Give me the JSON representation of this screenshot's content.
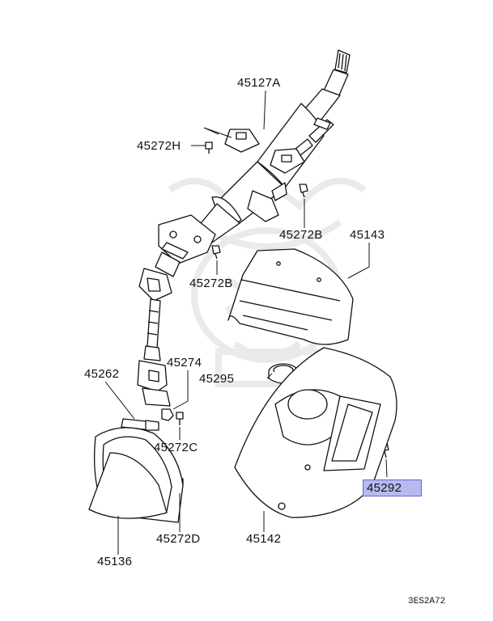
{
  "diagram": {
    "callouts": [
      {
        "id": "c1",
        "text": "45127A"
      },
      {
        "id": "c2",
        "text": "45272H"
      },
      {
        "id": "c3",
        "text": "45272B"
      },
      {
        "id": "c4",
        "text": "45143"
      },
      {
        "id": "c5",
        "text": "45272B"
      },
      {
        "id": "c6",
        "text": "45274"
      },
      {
        "id": "c7",
        "text": "45262"
      },
      {
        "id": "c8",
        "text": "45295"
      },
      {
        "id": "c9",
        "text": "45272C"
      },
      {
        "id": "c10",
        "text": "45292",
        "highlighted": true
      },
      {
        "id": "c11",
        "text": "45272D"
      },
      {
        "id": "c12",
        "text": "45142"
      },
      {
        "id": "c13",
        "text": "45136"
      }
    ],
    "diagram_code": "3ES2A72",
    "colors": {
      "line": "#111111",
      "highlight_fill": "#b9b9f0",
      "highlight_border": "#6666cc"
    }
  }
}
